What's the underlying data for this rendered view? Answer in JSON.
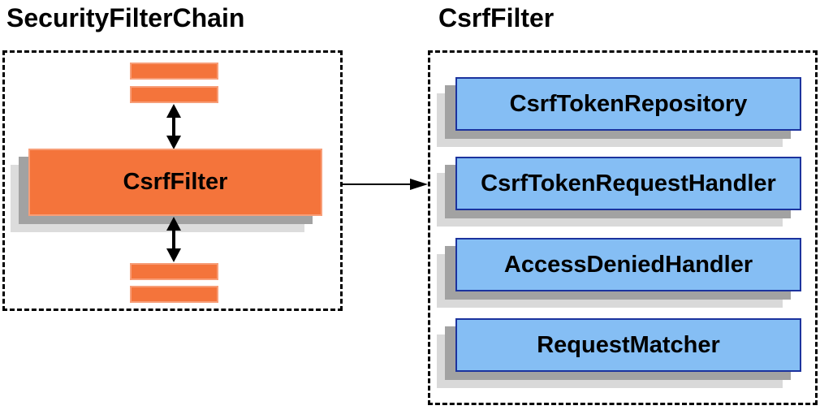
{
  "left_panel": {
    "title": "SecurityFilterChain",
    "filter_label": "CsrfFilter",
    "placeholder_bar_count": 4
  },
  "right_panel": {
    "title": "CsrfFilter",
    "components": [
      {
        "label": "CsrfTokenRepository"
      },
      {
        "label": "CsrfTokenRequestHandler"
      },
      {
        "label": "AccessDeniedHandler"
      },
      {
        "label": "RequestMatcher"
      }
    ]
  },
  "icons": {
    "chain_flow": "double-headed-vertical-arrow",
    "delegation": "right-arrow"
  },
  "colors": {
    "orange_fill": "#F4743B",
    "orange_border": "#F79E78",
    "blue_fill": "#85BEF4",
    "blue_border": "#1C339E",
    "shadow_dark": "#A2A2A2",
    "shadow_light": "#D9D9D9",
    "line": "#000000"
  }
}
